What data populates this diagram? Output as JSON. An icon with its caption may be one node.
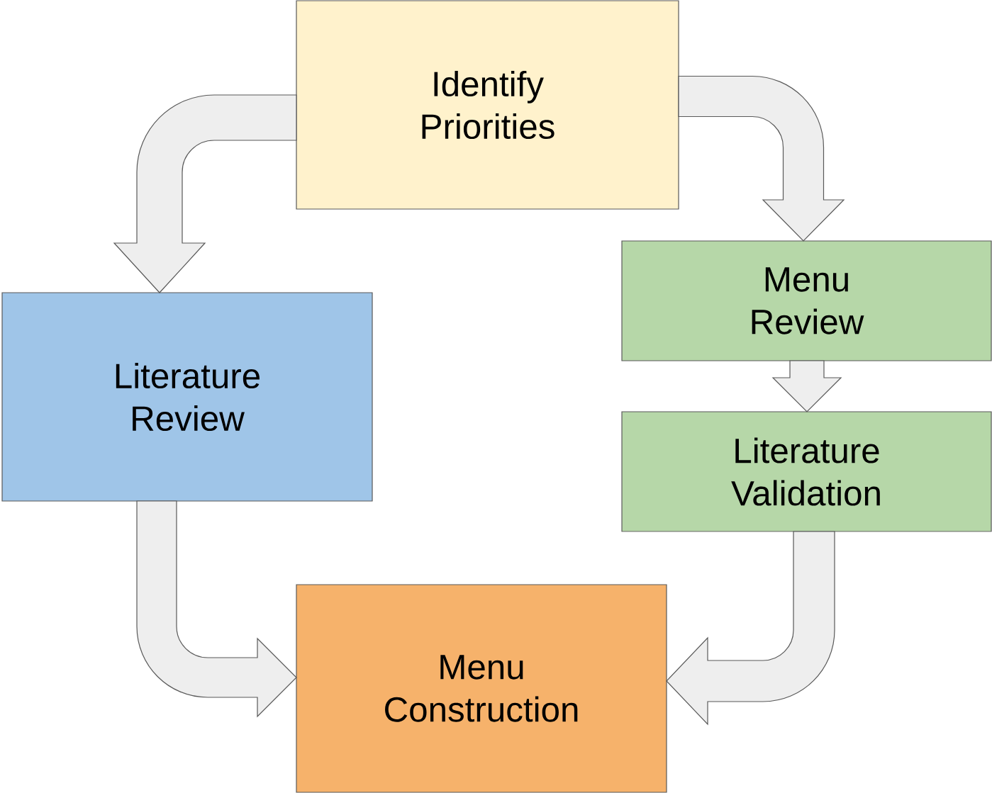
{
  "diagram": {
    "nodes": [
      {
        "text": [
          "Identify Priorities"
        ]
      },
      {
        "text": [
          "Literature Review"
        ]
      },
      {
        "text": [
          "Menu Review"
        ]
      },
      {
        "text": [
          "Literature Validation"
        ]
      },
      {
        "text": [
          "Menu Construction"
        ]
      }
    ],
    "edges": [
      {
        "from": 0,
        "to": 1,
        "arrow": "to"
      },
      {
        "from": 0,
        "to": 2,
        "arrow": "to"
      },
      {
        "from": 2,
        "to": 3,
        "arrow": "to"
      },
      {
        "from": 1,
        "to": 4,
        "arrow": "to"
      },
      {
        "from": 3,
        "to": 4,
        "arrow": "to"
      }
    ]
  }
}
